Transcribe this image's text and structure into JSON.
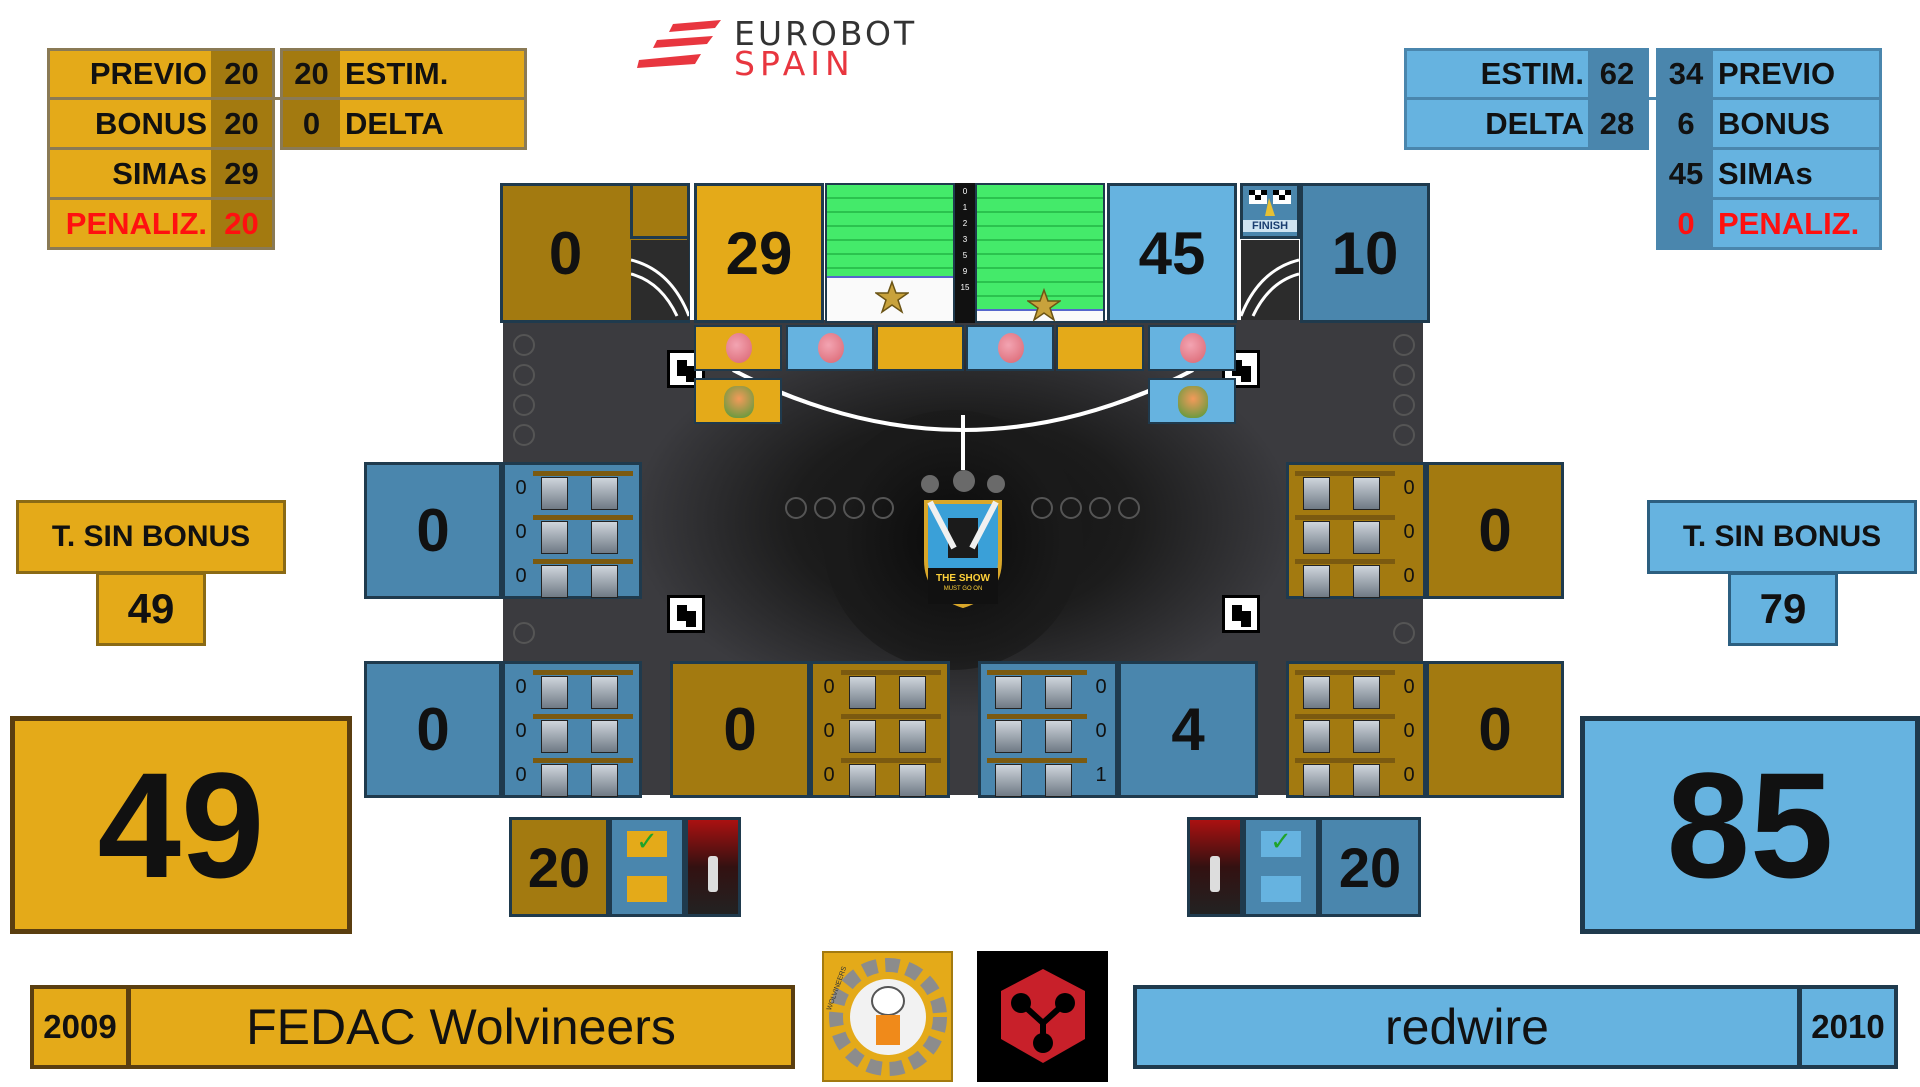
{
  "logo": {
    "line1": "EUROBOT",
    "line2": "SPAIN"
  },
  "colors": {
    "yellow": "#e4aa19",
    "yellow_dark": "#a37a10",
    "blue": "#66b3e0",
    "blue_dark": "#4a86ad",
    "penalty": "#ff1010"
  },
  "left_stats": {
    "previo_label": "PREVIO",
    "previo_value": "20",
    "estim_value": "20",
    "estim_label": "ESTIM.",
    "bonus_label": "BONUS",
    "bonus_value": "20",
    "delta_value": "0",
    "delta_label": "DELTA",
    "simas_label": "SIMAs",
    "simas_value": "29",
    "penaliz_label": "PENALIZ.",
    "penaliz_value": "20"
  },
  "right_stats": {
    "estim_label": "ESTIM.",
    "estim_value": "62",
    "previo_value": "34",
    "previo_label": "PREVIO",
    "delta_label": "DELTA",
    "delta_value": "28",
    "bonus_value": "6",
    "bonus_label": "BONUS",
    "simas_value": "45",
    "simas_label": "SIMAs",
    "penaliz_value": "0",
    "penaliz_label": "PENALIZ."
  },
  "top_scores": {
    "left_dark": "0",
    "left": "29",
    "right": "45",
    "right_dark": "10"
  },
  "progress_ticks": [
    "0",
    "1",
    "2",
    "3",
    "5",
    "9",
    "15"
  ],
  "finish_label": "FINISH",
  "t_sin_bonus": {
    "label": "T. SIN BONUS",
    "left_value": "49",
    "right_value": "79"
  },
  "totals": {
    "left": "49",
    "right": "85"
  },
  "zones": [
    {
      "score": "0",
      "counts": [
        "0",
        "0",
        "0"
      ]
    },
    {
      "score": "0",
      "counts": [
        "0",
        "0",
        "0"
      ]
    },
    {
      "score": "0",
      "counts": [
        "0",
        "0",
        "0"
      ]
    },
    {
      "score": "0",
      "counts": [
        "0",
        "0",
        "0"
      ]
    },
    {
      "score": "0",
      "counts": [
        "0",
        "0",
        "0"
      ]
    },
    {
      "score": "4",
      "counts": [
        "0",
        "0",
        "1"
      ]
    }
  ],
  "banner_bonus": {
    "left_score": "20",
    "left_check": "✓",
    "right_score": "20",
    "right_check": "✓"
  },
  "arena_logo_text": {
    "line1": "THE SHOW",
    "line2": "MUST GO ON"
  },
  "teams": {
    "left": {
      "year": "2009",
      "name": "FEDAC Wolvineers",
      "logo_text": "WOLVINEERS"
    },
    "right": {
      "year": "2010",
      "name": "redwire"
    }
  }
}
